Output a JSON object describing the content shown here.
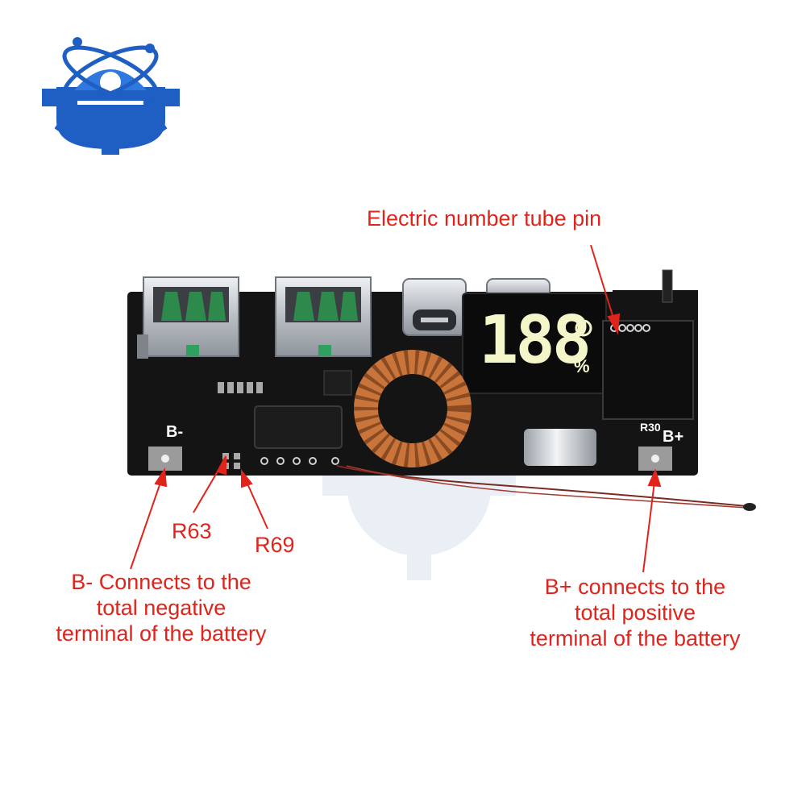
{
  "board": {
    "label_bneg": "B-",
    "label_bpos": "B+",
    "label_r30": "R30",
    "display_digits": "188",
    "display_percent": "%"
  },
  "callouts": {
    "tube_pin": "Electric number tube pin",
    "r63": "R63",
    "r69": "R69",
    "bneg_line1": "B- Connects to the",
    "bneg_line2": "total negative",
    "bneg_line3": "terminal of the battery",
    "bpos_line1": "B+ connects to the",
    "bpos_line2": "total positive",
    "bpos_line3": "terminal of the battery"
  },
  "colors": {
    "annotation": "#e0241b",
    "pcb": "#141414",
    "logo_blue": "#1f5fc4",
    "display_digits": "#f4f5c8",
    "copper_coil": "#c8743a"
  },
  "icons": {
    "logo": "gear-atom-logo-icon"
  }
}
